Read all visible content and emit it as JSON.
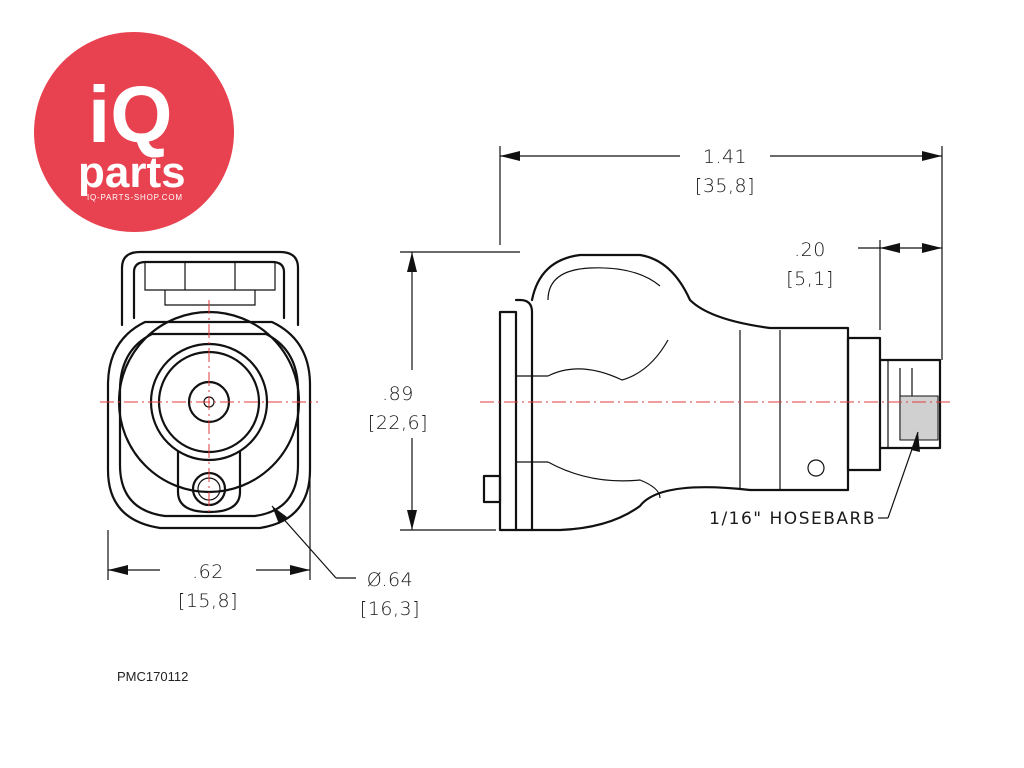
{
  "logo": {
    "line1": "iQ",
    "line2": "parts",
    "url": "IQ-PARTS-SHOP.COM",
    "color": "#e8414f"
  },
  "dimensions": {
    "overall_length": {
      "inch": "1.41",
      "mm": "[35,8]"
    },
    "barb_length": {
      "inch": ".20",
      "mm": "[5,1]"
    },
    "height": {
      "inch": ".89",
      "mm": "[22,6]"
    },
    "width": {
      "inch": ".62",
      "mm": "[15,8]"
    },
    "diameter": {
      "inch": "Ø.64",
      "mm": "[16,3]"
    }
  },
  "callout": {
    "hosebarb": "1/16\" HOSEBARB"
  },
  "part_number": "PMC170112",
  "colors": {
    "outline": "#111111",
    "centerline": "#e23b3b"
  }
}
